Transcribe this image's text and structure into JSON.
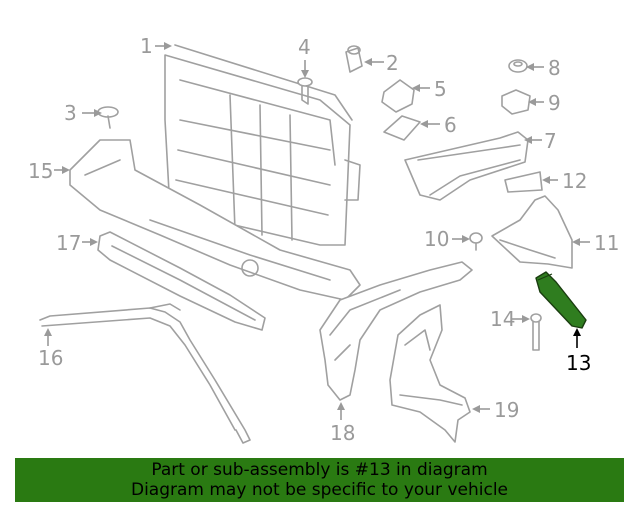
{
  "labels": {
    "l1": "1",
    "l2": "2",
    "l3": "3",
    "l4": "4",
    "l5": "5",
    "l6": "6",
    "l7": "7",
    "l8": "8",
    "l9": "9",
    "l10": "10",
    "l11": "11",
    "l12": "12",
    "l13": "13",
    "l14": "14",
    "l15": "15",
    "l16": "16",
    "l17": "17",
    "l18": "18",
    "l19": "19"
  },
  "highlighted_part": "13",
  "colors": {
    "highlight_part": "#2f7d1f",
    "banner": "#2a7a12",
    "line": "#a0a0a0"
  },
  "banner": {
    "line1": "Part or sub-assembly is #13 in diagram",
    "line2": "Diagram may not be specific to your vehicle"
  }
}
